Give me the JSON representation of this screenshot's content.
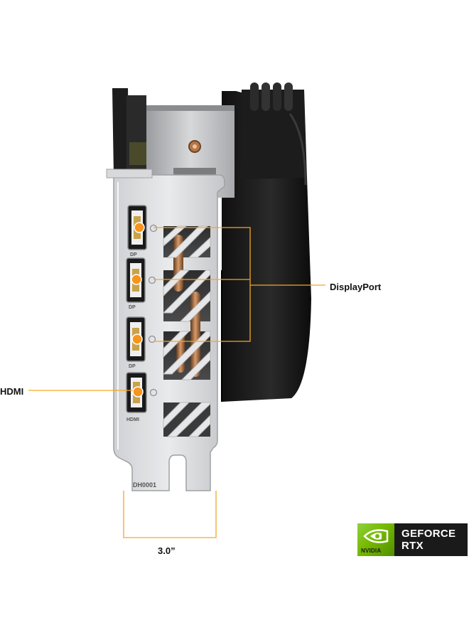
{
  "callouts": {
    "displayport": "DisplayPort",
    "hdmi": "HDMI",
    "width": "3.0”"
  },
  "bracket": {
    "port_mark_dp": "DP",
    "port_mark_hdmi": "HDMI",
    "part_number": "DH0001"
  },
  "badge": {
    "logo_wordmark": "NVIDIA",
    "line1": "GEFORCE",
    "line2": "RTX"
  },
  "colors": {
    "callout_line": "#f5a623",
    "port_highlight": "#f7941d",
    "badge_green": "#76b900",
    "badge_dark": "#1a1a1a"
  },
  "icons": {
    "screw": "screw-icon",
    "port": "port-icon",
    "nvidia_eye": "nvidia-eye-icon"
  }
}
